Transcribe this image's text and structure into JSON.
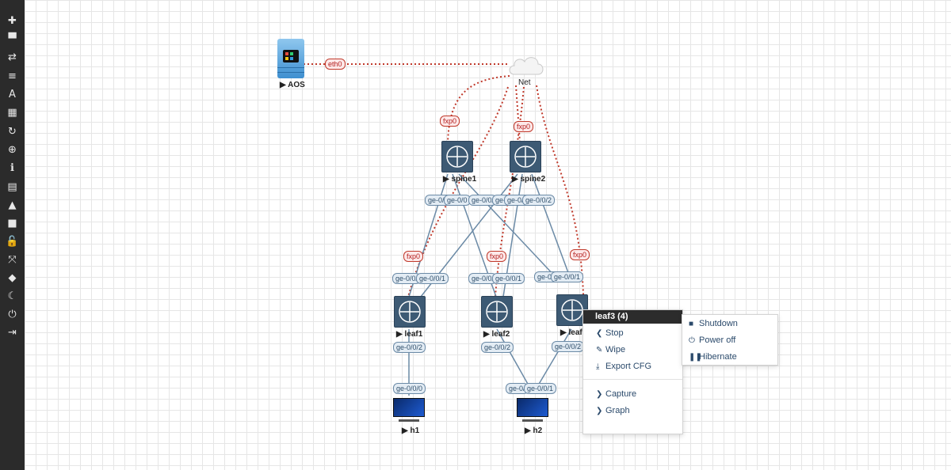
{
  "sidebar": {
    "items": [
      {
        "icon": "plus-icon",
        "glyph": "✚"
      },
      {
        "icon": "network-icon",
        "glyph": "▀"
      },
      {
        "icon": "transfer-icon",
        "glyph": "⇄"
      },
      {
        "icon": "align-left-icon",
        "glyph": "≡"
      },
      {
        "icon": "text-icon",
        "glyph": "A"
      },
      {
        "icon": "grid-icon",
        "glyph": "▦"
      },
      {
        "icon": "refresh-icon",
        "glyph": "↻"
      },
      {
        "icon": "zoom-icon",
        "glyph": "⊕"
      },
      {
        "icon": "info-icon",
        "glyph": "ℹ"
      },
      {
        "icon": "table-icon",
        "glyph": "▤"
      },
      {
        "icon": "graduation-icon",
        "glyph": "▲"
      },
      {
        "icon": "comment-icon",
        "glyph": "■"
      },
      {
        "icon": "lock-icon",
        "glyph": "🔓"
      },
      {
        "icon": "expand-icon",
        "glyph": "⤧"
      },
      {
        "icon": "tag-icon",
        "glyph": "◆"
      },
      {
        "icon": "moon-icon",
        "glyph": "☾"
      },
      {
        "icon": "power-icon",
        "glyph": "⏻"
      },
      {
        "icon": "logout-icon",
        "glyph": "⇥"
      }
    ]
  },
  "nodes": {
    "aos": "AOS",
    "net": "Net",
    "spine1": "spine1",
    "spine2": "spine2",
    "leaf1": "leaf1",
    "leaf2": "leaf2",
    "leaf3": "leaf",
    "h1": "h1",
    "h2": "h2"
  },
  "node_marker": "▶",
  "interfaces": {
    "eth0": "eth0",
    "spine1_fxp0": "fxp0",
    "spine2_fxp0": "fxp0",
    "leaf1_fxp0": "fxp0",
    "leaf2_fxp0": "fxp0",
    "leaf3_fxp0": "fxp0",
    "s1_a": "ge-0/0",
    "s1_b": "ge-0/0",
    "s1_c": "ge-0/0/",
    "s2_a": "ge-0/0",
    "s2_b": "ge-0/0",
    "s2_c": "ge-0/0/2",
    "l1_a": "ge-0/0/",
    "l1_b": "ge-0/0/1",
    "l2_a": "ge-0/0/",
    "l2_b": "ge-0/0/1",
    "l3_a": "ge-0/0",
    "l3_b": "ge-0/0/1",
    "l1_down": "ge-0/0/2",
    "l2_down": "ge-0/0/2",
    "l3_down": "ge-0/0/2",
    "h1_up": "ge-0/0/0",
    "h2_a": "ge-0/",
    "h2_b": "ge-0/0/1"
  },
  "context_menu": {
    "title": "leaf3 (4)",
    "items": [
      {
        "label": "Stop",
        "icon": "chevron-left-icon",
        "glyph": "❮"
      },
      {
        "label": "Wipe",
        "icon": "eraser-icon",
        "glyph": "✎"
      },
      {
        "label": "Export CFG",
        "icon": "download-icon",
        "glyph": "⤓"
      },
      {
        "label": "Capture",
        "icon": "chevron-right-icon",
        "glyph": "❯"
      },
      {
        "label": "Graph",
        "icon": "chevron-right-icon",
        "glyph": "❯"
      }
    ]
  },
  "submenu": {
    "items": [
      {
        "label": "Shutdown",
        "icon": "stop-icon",
        "glyph": "■"
      },
      {
        "label": "Power off",
        "icon": "power-icon",
        "glyph": "⏻"
      },
      {
        "label": "Hibernate",
        "icon": "pause-icon",
        "glyph": "❚❚"
      }
    ]
  },
  "colors": {
    "sidebar": "#2b2b2b",
    "router": "#3d5a74",
    "mgmt_link": "#c0392b",
    "data_link": "#6b8aa6"
  }
}
